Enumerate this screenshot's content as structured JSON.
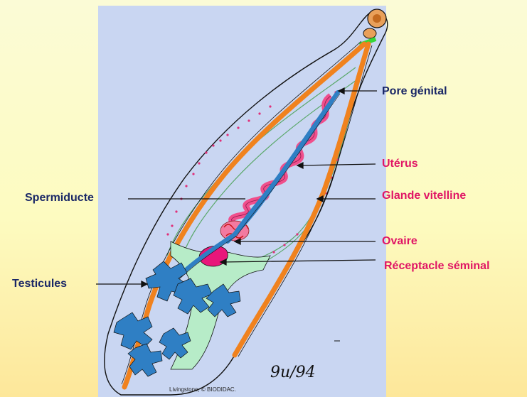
{
  "labels": {
    "pore": "Pore génital",
    "uterus": "Utérus",
    "spermiducte": "Spermiducte",
    "glande": "Glande vitelline",
    "ovaire": "Ovaire",
    "testicules": "Testicules",
    "receptacle": "Réceptacle séminal"
  },
  "credit": "Livingstone, © BIODIDAC.",
  "signature": "9u/94",
  "colors": {
    "panel": "#c9d6f2",
    "label_navy": "#1a2766",
    "label_pink": "#e01565",
    "intestine": "#f0821e",
    "testes": "#2f7fc4",
    "uterus": "#f04f8c",
    "vitelline_duct": "#b7ecc8"
  }
}
